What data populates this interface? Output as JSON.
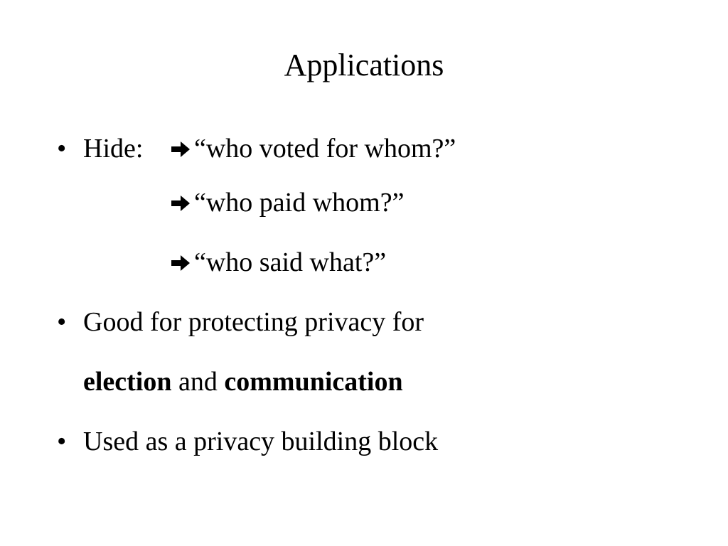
{
  "slide": {
    "title": "Applications",
    "bullet_glyph": "•",
    "hide": {
      "label": "Hide:",
      "items": [
        "“who voted for whom?”",
        "“who paid whom?”",
        "“who said what?”"
      ],
      "arrow_icon": "right-arrow-icon"
    },
    "good": {
      "line1": "Good for protecting privacy for",
      "term1": "election",
      "connector": "and",
      "term2": "communication"
    },
    "used": {
      "text": "Used as a privacy building block"
    }
  }
}
